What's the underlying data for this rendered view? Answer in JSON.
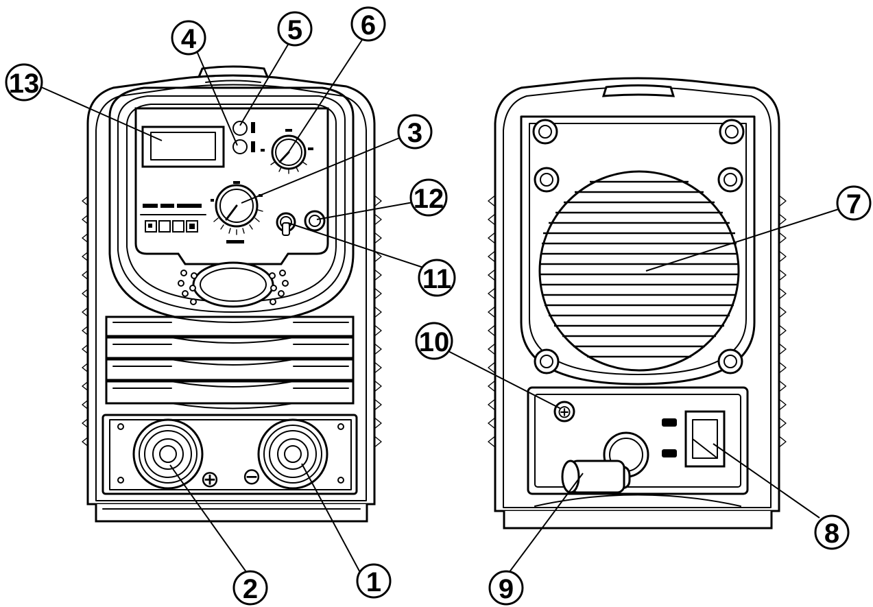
{
  "callouts": [
    {
      "id": "1",
      "label": "1"
    },
    {
      "id": "2",
      "label": "2"
    },
    {
      "id": "3",
      "label": "3"
    },
    {
      "id": "4",
      "label": "4"
    },
    {
      "id": "5",
      "label": "5"
    },
    {
      "id": "6",
      "label": "6"
    },
    {
      "id": "7",
      "label": "7"
    },
    {
      "id": "8",
      "label": "8"
    },
    {
      "id": "9",
      "label": "9"
    },
    {
      "id": "10",
      "label": "10"
    },
    {
      "id": "11",
      "label": "11"
    },
    {
      "id": "12",
      "label": "12"
    },
    {
      "id": "13",
      "label": "13"
    }
  ],
  "terminals": {
    "positive_symbol": "⊕",
    "negative_symbol": "⊖"
  },
  "rear": {
    "ground_symbol": "⊕"
  }
}
